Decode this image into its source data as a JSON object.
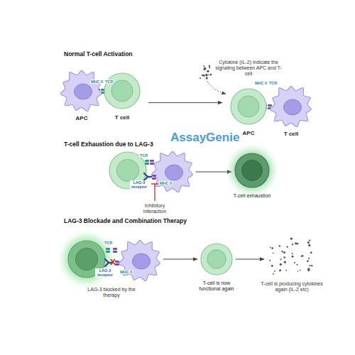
{
  "diagram": {
    "nodes": [
      {
        "text": [
          "APC"
        ]
      },
      {
        "text": [
          "T cell"
        ]
      },
      {
        "text": [
          "APC"
        ]
      },
      {
        "text": [
          "T cell"
        ]
      },
      {
        "text": [
          "T-cell exhaustion"
        ]
      },
      {
        "text": [
          "T-cell is now functional again"
        ]
      }
    ],
    "edges": [
      {
        "from": 1,
        "to": 2,
        "arrow": "to"
      }
    ],
    "labels": [
      "Normal T-cell Activation",
      "MHC II",
      "TCR",
      "Cytokine (IL-2) indicate the signaling between APC and T-cell",
      "MHC II",
      "TCR",
      "T-cell Exhaustion due to LAG-3",
      "TCR",
      "LAG-3 receptor",
      "MHC II",
      "Inhibitory interaction",
      "LAG-3 Blockade and Combination Therapy",
      "TCR",
      "LAG-3 receptor",
      "MHC II",
      "LAG-3 blocked by the therapy",
      "T-cell is producing cytokines again (IL-2 etc)",
      "AssayGenie"
    ]
  }
}
